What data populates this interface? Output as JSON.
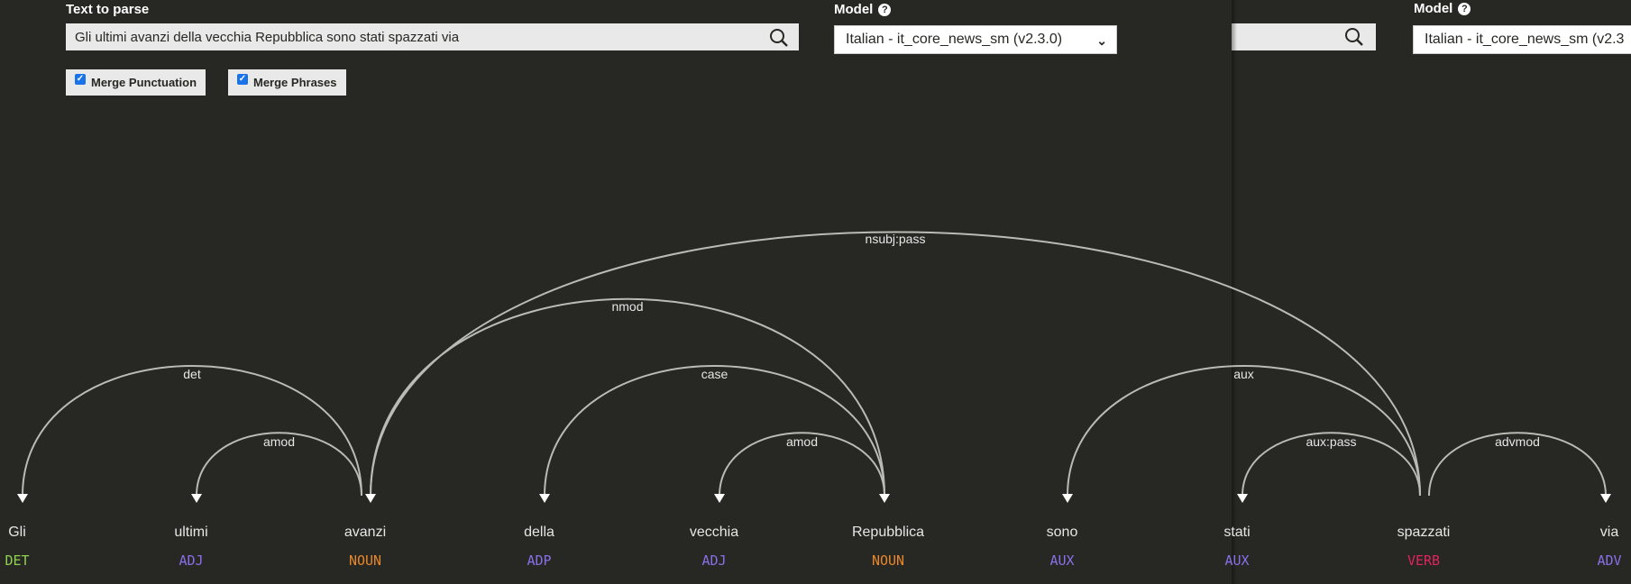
{
  "left_panel": {
    "text_label": "Text to parse",
    "text_value": "Gli ultimi avanzi della vecchia Repubblica sono stati spazzati via",
    "model_label": "Model",
    "model_value": "Italian - it_core_news_sm (v2.3.0)",
    "merge_punct": "Merge Punctuation",
    "merge_phrases": "Merge Phrases"
  },
  "right_panel": {
    "text_value": "",
    "model_label": "Model",
    "model_value": "Italian - it_core_news_sm (v2.3"
  },
  "colors": {
    "DET": "#8fd14f",
    "ADJ": "#8a6fe8",
    "NOUN": "#e8872a",
    "ADP": "#8a6fe8",
    "AUX": "#8a6fe8",
    "VERB": "#e0245e",
    "ADV": "#8a6fe8"
  },
  "words": [
    {
      "text": "Gli",
      "tag": "DET"
    },
    {
      "text": "ultimi",
      "tag": "ADJ"
    },
    {
      "text": "avanzi",
      "tag": "NOUN"
    },
    {
      "text": "della",
      "tag": "ADP"
    },
    {
      "text": "vecchia",
      "tag": "ADJ"
    },
    {
      "text": "Repubblica",
      "tag": "NOUN"
    },
    {
      "text": "sono",
      "tag": "AUX"
    },
    {
      "text": "stati",
      "tag": "AUX"
    },
    {
      "text": "spazzati",
      "tag": "VERB"
    },
    {
      "text": "via",
      "tag": "ADV"
    }
  ],
  "arcs": [
    {
      "label": "det",
      "head": 2,
      "dep": 0
    },
    {
      "label": "amod",
      "head": 2,
      "dep": 1
    },
    {
      "label": "case",
      "head": 5,
      "dep": 3
    },
    {
      "label": "amod",
      "head": 5,
      "dep": 4
    },
    {
      "label": "nmod",
      "head": 2,
      "dep": 5
    },
    {
      "label": "nsubj:pass",
      "head": 8,
      "dep": 2
    },
    {
      "label": "aux",
      "head": 8,
      "dep": 6
    },
    {
      "label": "aux:pass",
      "head": 8,
      "dep": 7
    },
    {
      "label": "advmod",
      "head": 8,
      "dep": 9
    }
  ]
}
